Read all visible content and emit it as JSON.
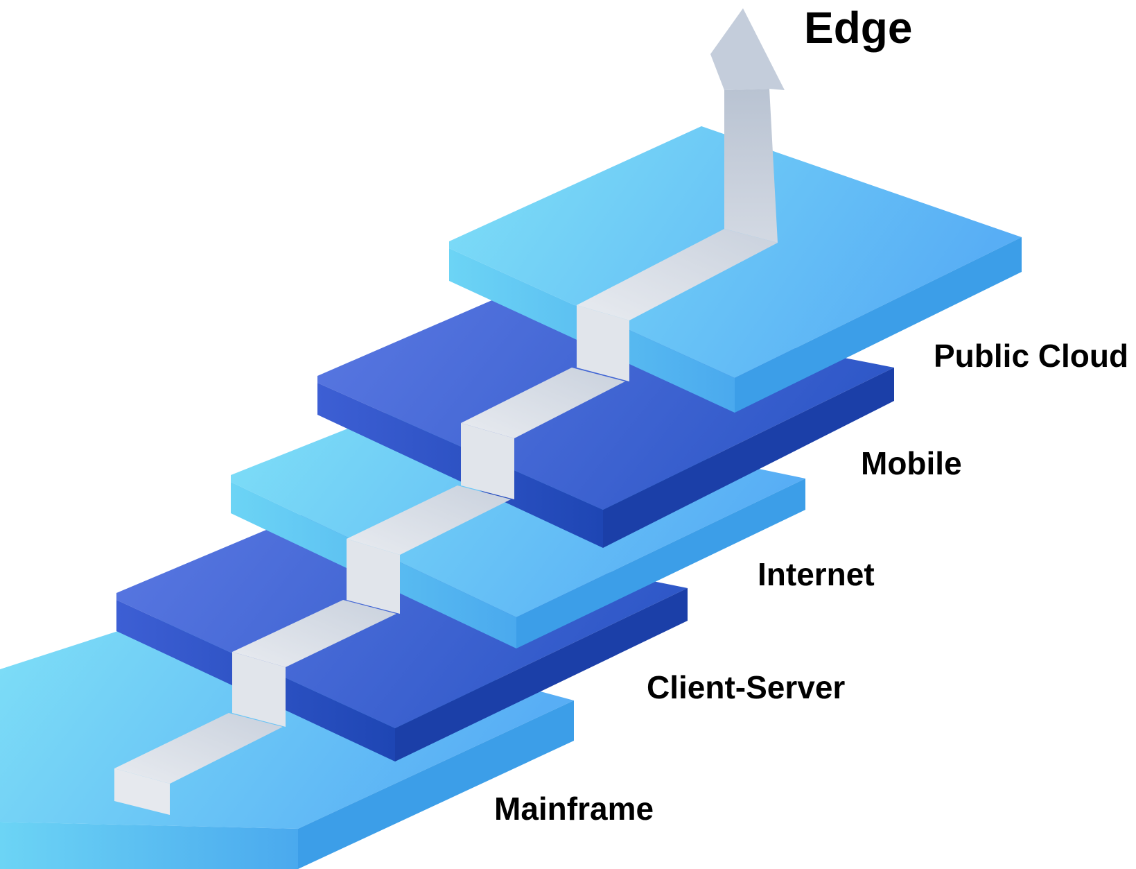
{
  "title": "Edge",
  "steps": [
    {
      "label": "Mainframe",
      "color": "#5ec8f5"
    },
    {
      "label": "Client-Server",
      "color": "#3f66d8"
    },
    {
      "label": "Internet",
      "color": "#5ec8f5"
    },
    {
      "label": "Mobile",
      "color": "#3f66d8"
    },
    {
      "label": "Public Cloud",
      "color": "#5ec8f5"
    }
  ],
  "path_color": "#d8dde6",
  "arrow_color": "#c9d1dd"
}
